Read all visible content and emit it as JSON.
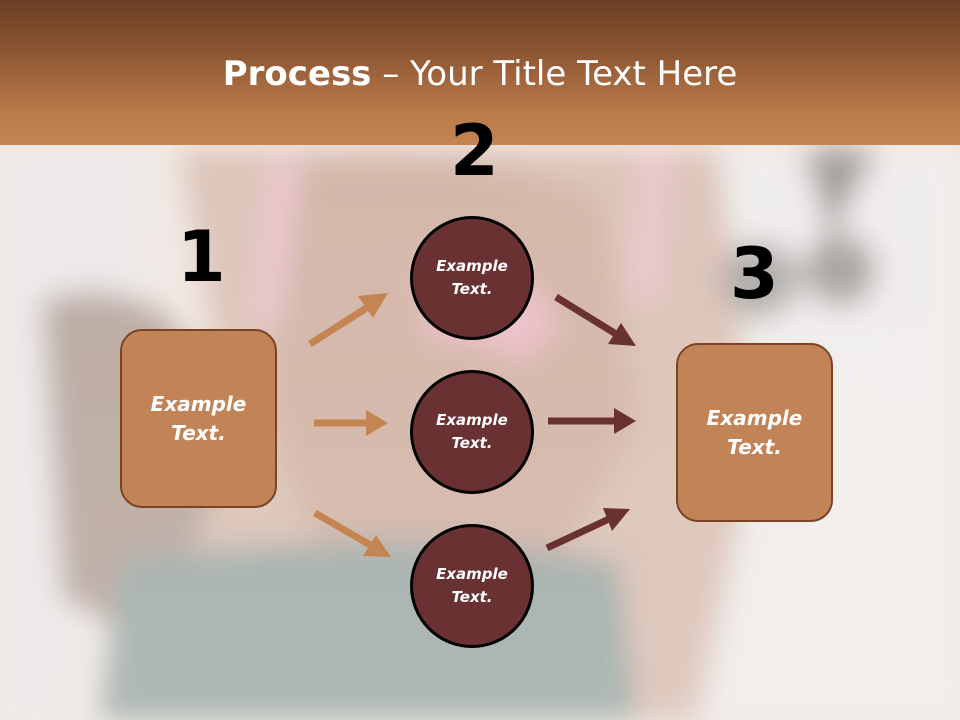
{
  "title": {
    "bold": "Process",
    "rest": " – Your Title Text Here"
  },
  "steps": {
    "n1": "1",
    "n2": "2",
    "n3": "3"
  },
  "box_left": {
    "line1": "Example",
    "line2": "Text."
  },
  "box_right": {
    "line1": "Example",
    "line2": "Text."
  },
  "circles": [
    {
      "line1": "Example",
      "line2": "Text."
    },
    {
      "line1": "Example",
      "line2": "Text."
    },
    {
      "line1": "Example",
      "line2": "Text."
    }
  ],
  "colors": {
    "header": "#8b5532",
    "box": "#c28457",
    "circle": "#6a3133",
    "arrow_light": "#c48552",
    "arrow_dark": "#6a3133"
  }
}
